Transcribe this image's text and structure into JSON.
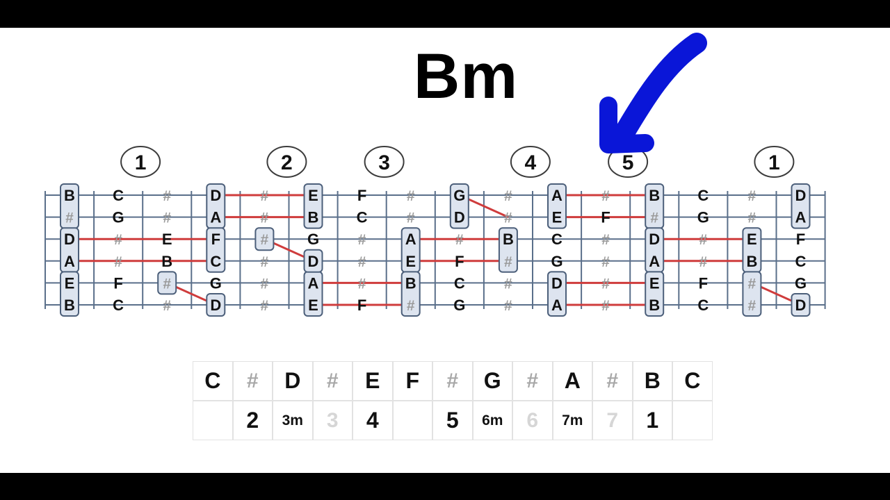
{
  "chord": "Bm",
  "colors": {
    "fret_line": "#5a6f8a",
    "note_box_fill": "#dde4ef",
    "note_box_stroke": "#4c5f7a",
    "connector": "#cf3c3c",
    "sharp_text": "#9a9a9a",
    "arrow": "#0a16d8"
  },
  "position_markers": [
    {
      "label": "1",
      "col": 2
    },
    {
      "label": "2",
      "col": 5
    },
    {
      "label": "3",
      "col": 7
    },
    {
      "label": "4",
      "col": 10
    },
    {
      "label": "5",
      "col": 12
    },
    {
      "label": "1",
      "col": 15
    }
  ],
  "fretboard": [
    [
      "B",
      "C",
      "#",
      "D",
      "#",
      "E",
      "F",
      "#",
      "G",
      "#",
      "A",
      "#",
      "B",
      "C",
      "#",
      "D"
    ],
    [
      "#",
      "G",
      "#",
      "A",
      "#",
      "B",
      "C",
      "#",
      "D",
      "#",
      "E",
      "F",
      "#",
      "G",
      "#",
      "A"
    ],
    [
      "D",
      "#",
      "E",
      "F",
      "#",
      "G",
      "#",
      "A",
      "#",
      "B",
      "C",
      "#",
      "D",
      "#",
      "E",
      "F"
    ],
    [
      "A",
      "#",
      "B",
      "C",
      "#",
      "D",
      "#",
      "E",
      "F",
      "#",
      "G",
      "#",
      "A",
      "#",
      "B",
      "C"
    ],
    [
      "E",
      "F",
      "#",
      "G",
      "#",
      "A",
      "#",
      "B",
      "C",
      "#",
      "D",
      "#",
      "E",
      "F",
      "#",
      "G"
    ],
    [
      "B",
      "C",
      "#",
      "D",
      "#",
      "E",
      "F",
      "#",
      "G",
      "#",
      "A",
      "#",
      "B",
      "C",
      "#",
      "D"
    ]
  ],
  "highlighted": [
    [
      0,
      0
    ],
    [
      1,
      0
    ],
    [
      2,
      0
    ],
    [
      3,
      0
    ],
    [
      4,
      0
    ],
    [
      5,
      0
    ],
    [
      0,
      3
    ],
    [
      1,
      3
    ],
    [
      5,
      3
    ],
    [
      3,
      5
    ],
    [
      4,
      5
    ],
    [
      5,
      5
    ],
    [
      0,
      5
    ],
    [
      1,
      5
    ],
    [
      2,
      4
    ],
    [
      4,
      2
    ],
    [
      2,
      3
    ],
    [
      3,
      3
    ],
    [
      0,
      8
    ],
    [
      1,
      8
    ],
    [
      2,
      9
    ],
    [
      3,
      9
    ],
    [
      2,
      7
    ],
    [
      3,
      7
    ],
    [
      4,
      7
    ],
    [
      5,
      7
    ],
    [
      0,
      10
    ],
    [
      1,
      10
    ],
    [
      4,
      10
    ],
    [
      5,
      10
    ],
    [
      0,
      12
    ],
    [
      1,
      12
    ],
    [
      2,
      12
    ],
    [
      3,
      12
    ],
    [
      2,
      14
    ],
    [
      3,
      14
    ],
    [
      4,
      12
    ],
    [
      5,
      12
    ],
    [
      4,
      14
    ],
    [
      5,
      14
    ],
    [
      0,
      15
    ],
    [
      1,
      15
    ],
    [
      5,
      15
    ]
  ],
  "pairs": [
    [
      0,
      0
    ],
    [
      2,
      0
    ],
    [
      4,
      0
    ],
    [
      0,
      3
    ],
    [
      0,
      5
    ],
    [
      2,
      3
    ],
    [
      4,
      5
    ],
    [
      0,
      8
    ],
    [
      2,
      7
    ],
    [
      2,
      9
    ],
    [
      4,
      7
    ],
    [
      0,
      10
    ],
    [
      4,
      10
    ],
    [
      0,
      12
    ],
    [
      2,
      12
    ],
    [
      2,
      14
    ],
    [
      4,
      12
    ],
    [
      4,
      14
    ],
    [
      0,
      15
    ]
  ],
  "connectors": [
    {
      "r1": 0,
      "c1": 3,
      "r2": 0,
      "c2": 5
    },
    {
      "r1": 1,
      "c1": 3,
      "r2": 1,
      "c2": 5
    },
    {
      "r1": 2,
      "c1": 0,
      "r2": 2,
      "c2": 3
    },
    {
      "r1": 3,
      "c1": 0,
      "r2": 3,
      "c2": 3
    },
    {
      "r1": 2,
      "c1": 4,
      "r2": 3,
      "c2": 5
    },
    {
      "r1": 4,
      "c1": 2,
      "r2": 5,
      "c2": 3
    },
    {
      "r1": 4,
      "c1": 5,
      "r2": 4,
      "c2": 7
    },
    {
      "r1": 5,
      "c1": 5,
      "r2": 5,
      "c2": 7
    },
    {
      "r1": 0,
      "c1": 8,
      "r2": 1,
      "c2": 9
    },
    {
      "r1": 2,
      "c1": 7,
      "r2": 2,
      "c2": 9
    },
    {
      "r1": 3,
      "c1": 7,
      "r2": 3,
      "c2": 9
    },
    {
      "r1": 0,
      "c1": 10,
      "r2": 0,
      "c2": 12
    },
    {
      "r1": 1,
      "c1": 10,
      "r2": 1,
      "c2": 12
    },
    {
      "r1": 4,
      "c1": 10,
      "r2": 4,
      "c2": 12
    },
    {
      "r1": 5,
      "c1": 10,
      "r2": 5,
      "c2": 12
    },
    {
      "r1": 2,
      "c1": 12,
      "r2": 2,
      "c2": 14
    },
    {
      "r1": 3,
      "c1": 12,
      "r2": 3,
      "c2": 14
    },
    {
      "r1": 4,
      "c1": 14,
      "r2": 5,
      "c2": 15
    }
  ],
  "scale": {
    "notes": [
      "C",
      "#",
      "D",
      "#",
      "E",
      "F",
      "#",
      "G",
      "#",
      "A",
      "#",
      "B",
      "C"
    ],
    "degrees": [
      "",
      "2",
      "3m",
      "3",
      "4",
      "",
      "5",
      "6m",
      "6",
      "7m",
      "7",
      "1",
      ""
    ],
    "degree_styles": [
      "deg",
      "deg",
      "degsm",
      "faded",
      "deg",
      "deg",
      "deg",
      "degsm",
      "faded",
      "degsm",
      "faded",
      "deg",
      "deg"
    ]
  }
}
